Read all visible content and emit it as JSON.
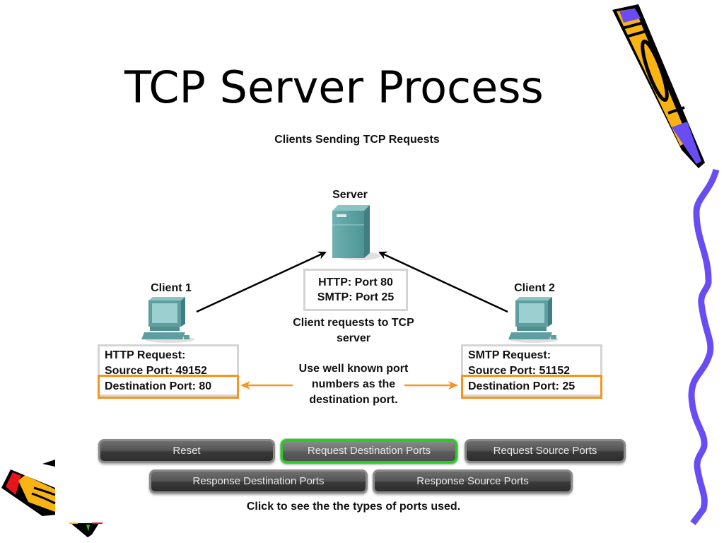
{
  "slide": {
    "title": "TCP Server Process"
  },
  "diagram": {
    "heading": "Clients Sending TCP Requests",
    "server": {
      "label": "Server",
      "ports": [
        "HTTP: Port 80",
        "SMTP: Port 25"
      ]
    },
    "clients": [
      {
        "label": "Client 1",
        "request_type": "HTTP Request:",
        "source_port": "Source Port: 49152",
        "destination_port": "Destination Port: 80"
      },
      {
        "label": "Client 2",
        "request_type": "SMTP Request:",
        "source_port": "Source Port: 51152",
        "destination_port": "Destination Port: 25"
      }
    ],
    "client_note": "Client requests to TCP server",
    "wellknown_note": "Use well known port numbers as the destination port.",
    "colors": {
      "highlight": "#f7941d",
      "device": "#5f9ea0",
      "active_button_border": "#22d11e",
      "decor_purple": "#6a4cf5",
      "decor_yellow": "#f9b414"
    }
  },
  "controls": {
    "buttons": [
      {
        "label": "Reset",
        "active": false
      },
      {
        "label": "Request Destination Ports",
        "active": true
      },
      {
        "label": "Request Source Ports",
        "active": false
      },
      {
        "label": "Response Destination Ports",
        "active": false
      },
      {
        "label": "Response Source Ports",
        "active": false
      }
    ],
    "footer_note": "Click to see the the types of ports used."
  }
}
